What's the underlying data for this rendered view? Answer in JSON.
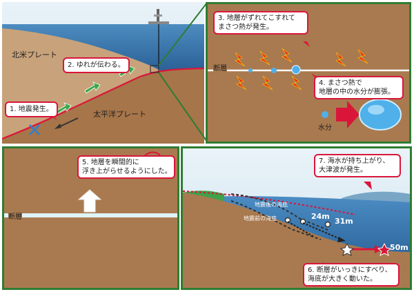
{
  "panel1": {
    "plate_north": "北米プレート",
    "plate_pacific": "太平洋プレート",
    "step1": "1. 地震発生。",
    "step2": "2. ゆれが伝わる。"
  },
  "panel2": {
    "step3_line1": "3. 地層がずれてこすれて",
    "step3_line2": "まさつ熱が発生。",
    "fault_label": "断層",
    "step4_line1": "4. まさつ熱で",
    "step4_line2": "地層の中の水分が膨張。",
    "water_label": "水分"
  },
  "panel3": {
    "step5_line1": "5. 地層を瞬間的に",
    "step5_line2": "浮き上がらせるようにした。",
    "fault_label": "断層"
  },
  "panel4": {
    "step7_line1": "7. 海水が持ち上がり、",
    "step7_line2": "大津波が発生。",
    "seafloor_after": "地震後の海底",
    "seafloor_before": "地震前の海底",
    "disp1": "24m",
    "disp2": "31m",
    "disp3": "50m",
    "step6_line1": "6. 断層がいっきにすべり、",
    "step6_line2": "海底が大きく動いた。"
  },
  "colors": {
    "sky": "#cfe3ee",
    "sea": "#2e6fa7",
    "land": "#a97a4f",
    "frame_green": "#2e7d32",
    "accent_red": "#d9163a",
    "arrow_green": "#3aa84a"
  }
}
